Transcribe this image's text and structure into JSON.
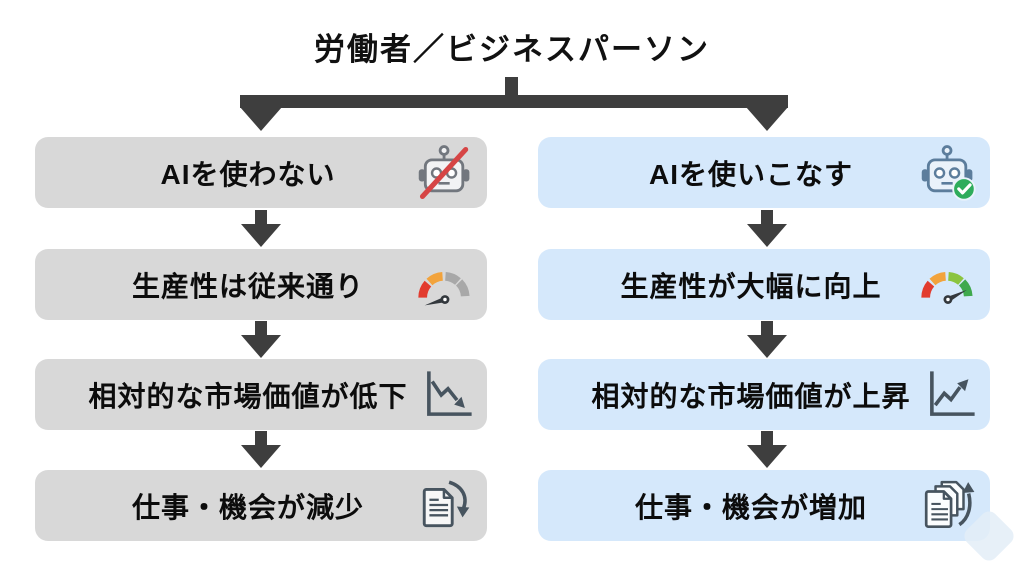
{
  "title": "労働者／ビジネスパーソン",
  "flow": {
    "left": {
      "theme": "gray",
      "steps": [
        {
          "label": "AIを使わない",
          "icon": "robot-blocked-icon"
        },
        {
          "label": "生産性は従来通り",
          "icon": "gauge-low-icon"
        },
        {
          "label": "相対的な市場価値が低下",
          "icon": "chart-down-icon"
        },
        {
          "label": "仕事・機会が減少",
          "icon": "doc-decrease-icon"
        }
      ]
    },
    "right": {
      "theme": "blue",
      "steps": [
        {
          "label": "AIを使いこなす",
          "icon": "robot-check-icon"
        },
        {
          "label": "生産性が大幅に向上",
          "icon": "gauge-high-icon"
        },
        {
          "label": "相対的な市場価値が上昇",
          "icon": "chart-up-icon"
        },
        {
          "label": "仕事・機会が増加",
          "icon": "docs-increase-icon"
        }
      ]
    }
  },
  "colors": {
    "background": "#ffffff",
    "left_box": "#d8d8d8",
    "right_box": "#d5e8fb",
    "connector": "#3e3e3e",
    "text": "#0c0c0c",
    "slash_red": "#d64545",
    "check_green": "#2eac5b",
    "gauge_red": "#e23b2e",
    "gauge_orange": "#f2a33c",
    "gauge_gray": "#a8a8a8",
    "gauge_light_green": "#8bc43f",
    "gauge_green": "#3fa94d",
    "icon_slate": "#47545f"
  }
}
